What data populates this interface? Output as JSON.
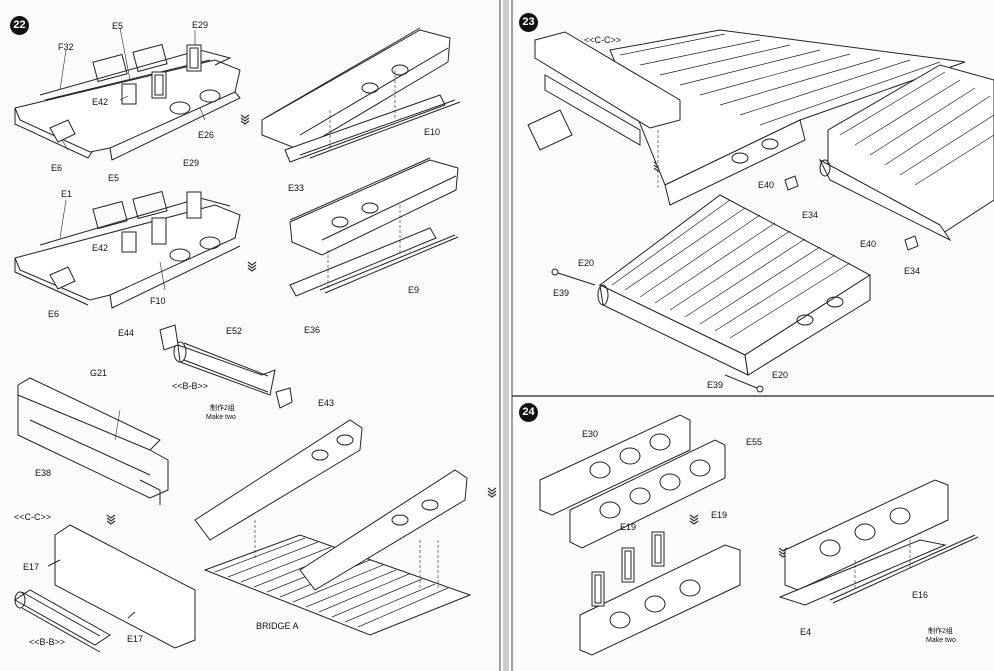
{
  "steps": {
    "s22": {
      "number": "22",
      "labels": {
        "f32": "F32",
        "e5a": "E5",
        "e29a": "E29",
        "e42a": "E42",
        "e26": "E26",
        "e6a": "E6",
        "e10": "E10",
        "e33": "E33",
        "e1": "E1",
        "e5b": "E5",
        "e29b": "E29",
        "e42b": "E42",
        "f10": "F10",
        "e6b": "E6",
        "e36": "E36",
        "e9": "E9",
        "e44": "E44",
        "e52": "E52",
        "bb1": "<<B-B>>",
        "e43": "E43",
        "g21": "G21",
        "e38": "E38",
        "cc1": "<<C-C>>",
        "e17a": "E17",
        "e17b": "E17",
        "bb2": "<<B-B>>",
        "bridge": "BRIDGE A"
      },
      "make_two_cn": "制作2组",
      "make_two": "Make two"
    },
    "s23": {
      "number": "23",
      "labels": {
        "cc": "<<C-C>>",
        "e40a": "E40",
        "e34a": "E34",
        "e40b": "E40",
        "e34b": "E34",
        "e20a": "E20",
        "e39a": "E39",
        "e20b": "E20",
        "e39b": "E39"
      }
    },
    "s24": {
      "number": "24",
      "labels": {
        "e30": "E30",
        "e55": "E55",
        "e19a": "E19",
        "e19b": "E19",
        "e16": "E16",
        "e4": "E4"
      },
      "make_two_cn": "制作2组",
      "make_two": "Make two"
    }
  },
  "icons": {
    "step_badge": "filled-circle",
    "flow_arrow": "triple-chevron-arrow"
  }
}
